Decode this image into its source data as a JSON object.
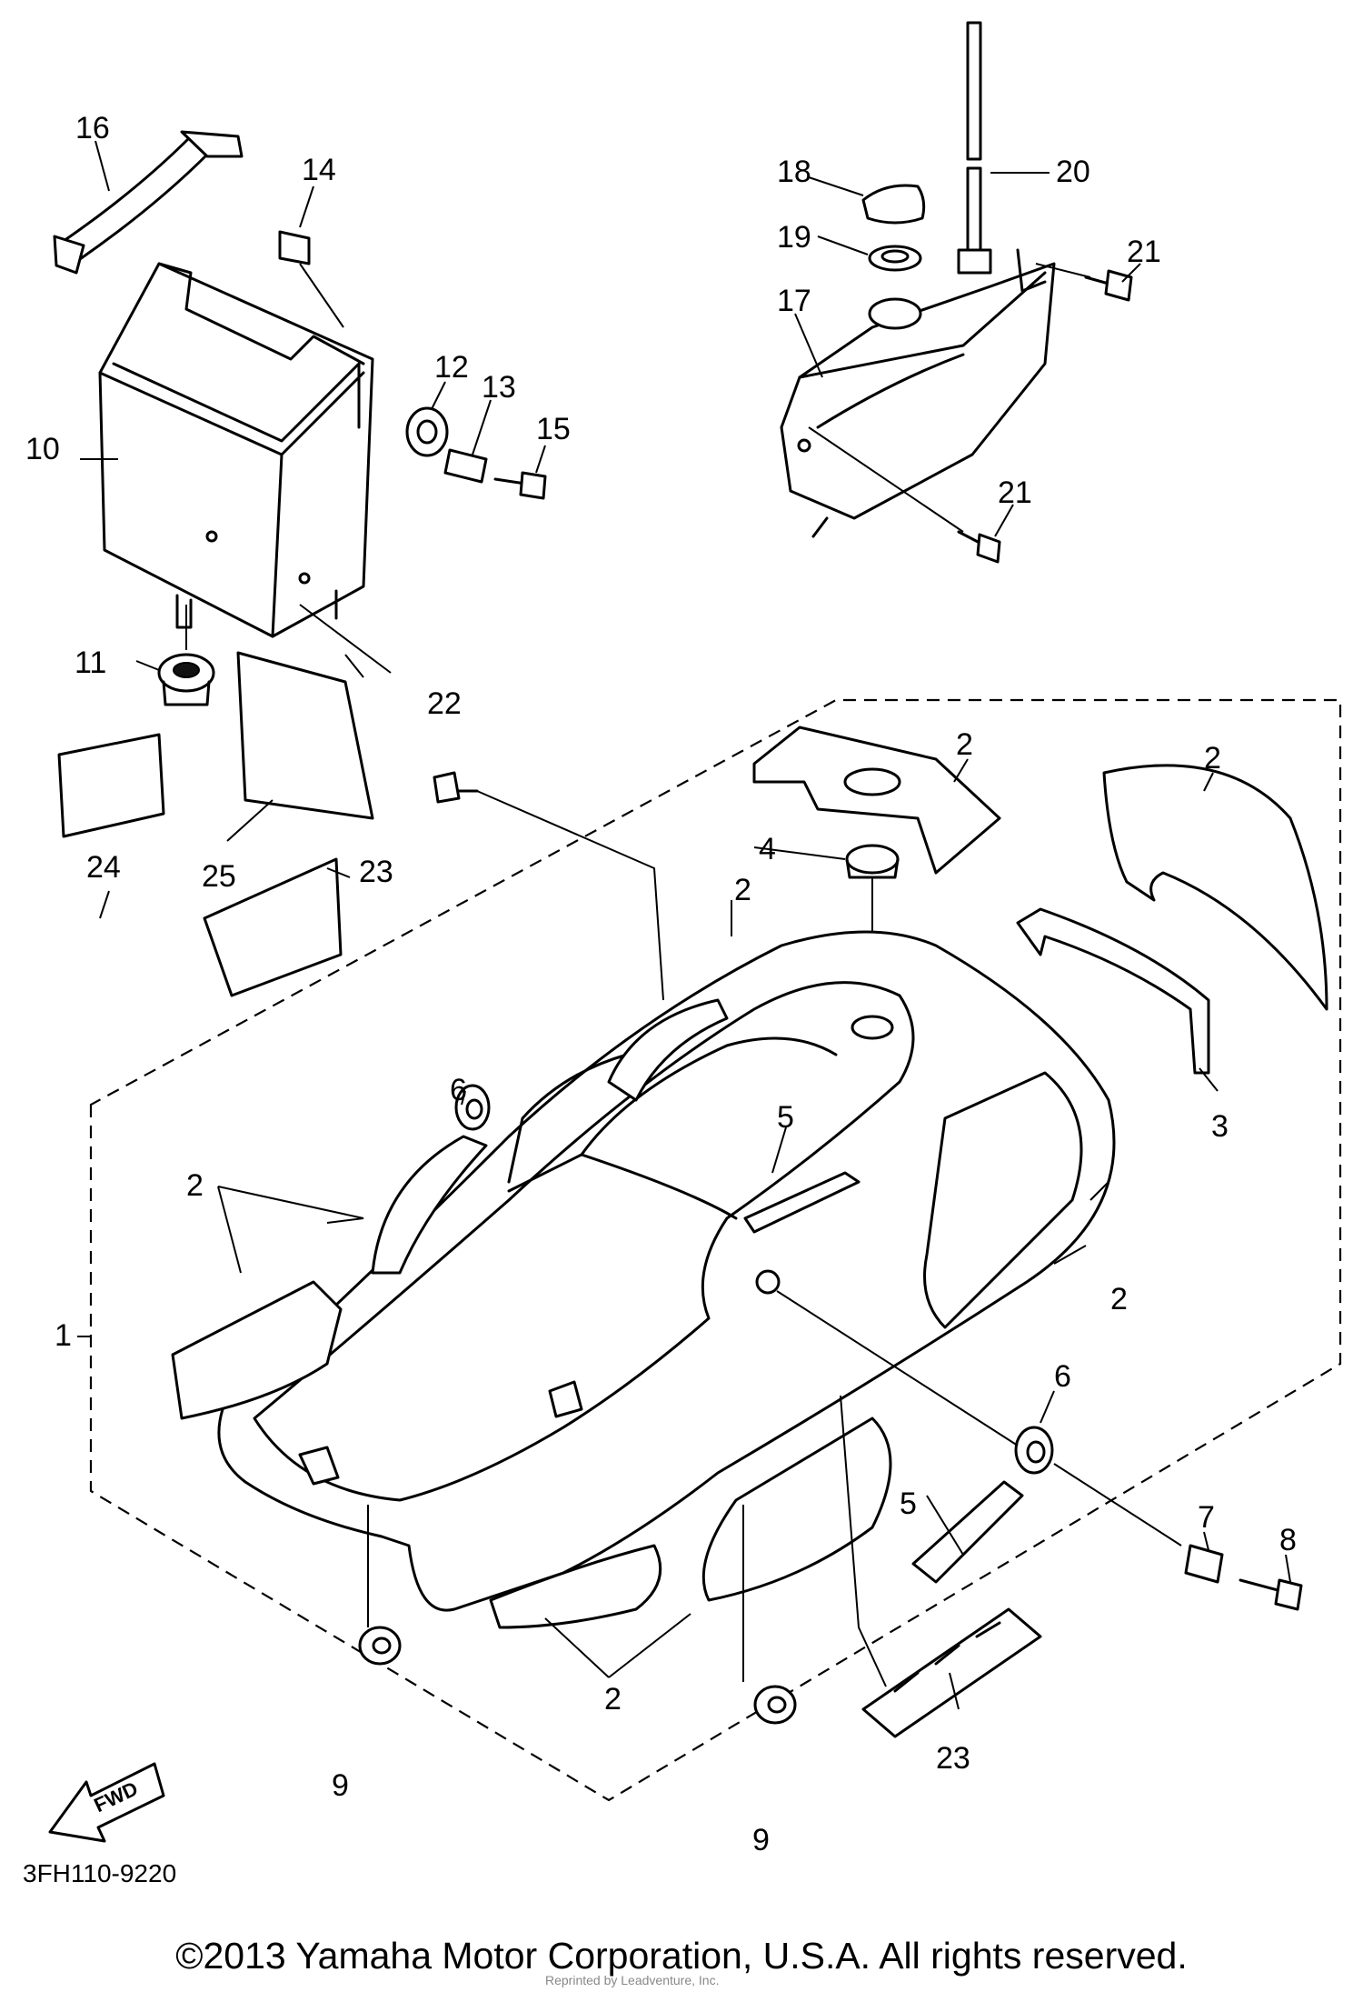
{
  "diagram": {
    "code": "3FH110-9220",
    "fwd_label": "FWD",
    "callouts": {
      "c1": "1",
      "c2a": "2",
      "c2b": "2",
      "c2c": "2",
      "c2d": "2",
      "c2e": "2",
      "c2f": "2",
      "c3": "3",
      "c4": "4",
      "c5a": "5",
      "c5b": "5",
      "c6a": "6",
      "c6b": "6",
      "c7": "7",
      "c8": "8",
      "c9a": "9",
      "c9b": "9",
      "c10": "10",
      "c11": "11",
      "c12": "12",
      "c13": "13",
      "c14": "14",
      "c15": "15",
      "c16": "16",
      "c17": "17",
      "c18": "18",
      "c19": "19",
      "c20": "20",
      "c21a": "21",
      "c21b": "21",
      "c22": "22",
      "c23a": "23",
      "c23b": "23",
      "c24": "24",
      "c25": "25"
    }
  },
  "footer": {
    "copyright": "©2013 Yamaha Motor Corporation, U.S.A. All rights reserved.",
    "reprint": "Reprinted by Leadventure, Inc."
  }
}
